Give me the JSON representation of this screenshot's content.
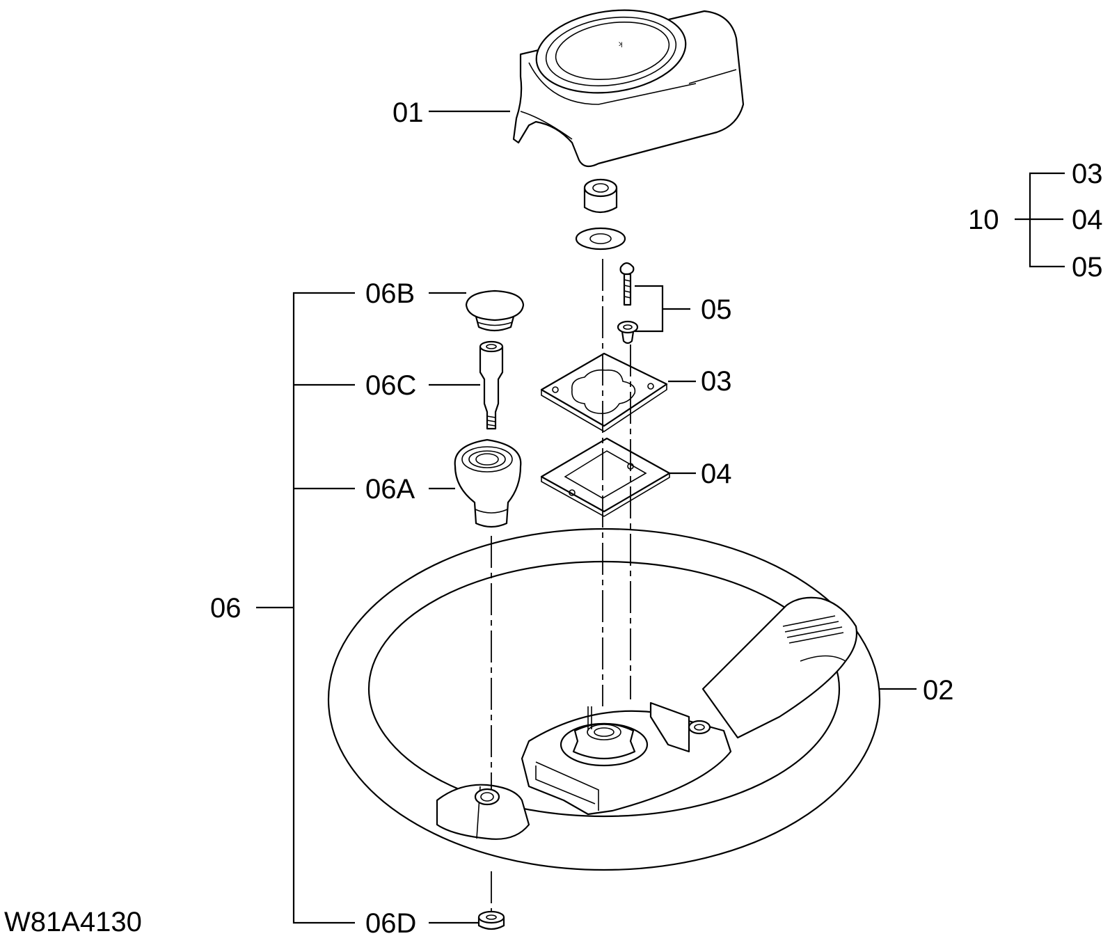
{
  "diagram": {
    "drawing_code": "W81A4130",
    "callouts": {
      "p01": "01",
      "p02": "02",
      "p03": "03",
      "p04": "04",
      "p05": "05",
      "p06": "06",
      "p06A": "06A",
      "p06B": "06B",
      "p06C": "06C",
      "p06D": "06D",
      "kit10": "10",
      "kit10_03": "03",
      "kit10_04": "04",
      "kit10_05": "05"
    }
  }
}
